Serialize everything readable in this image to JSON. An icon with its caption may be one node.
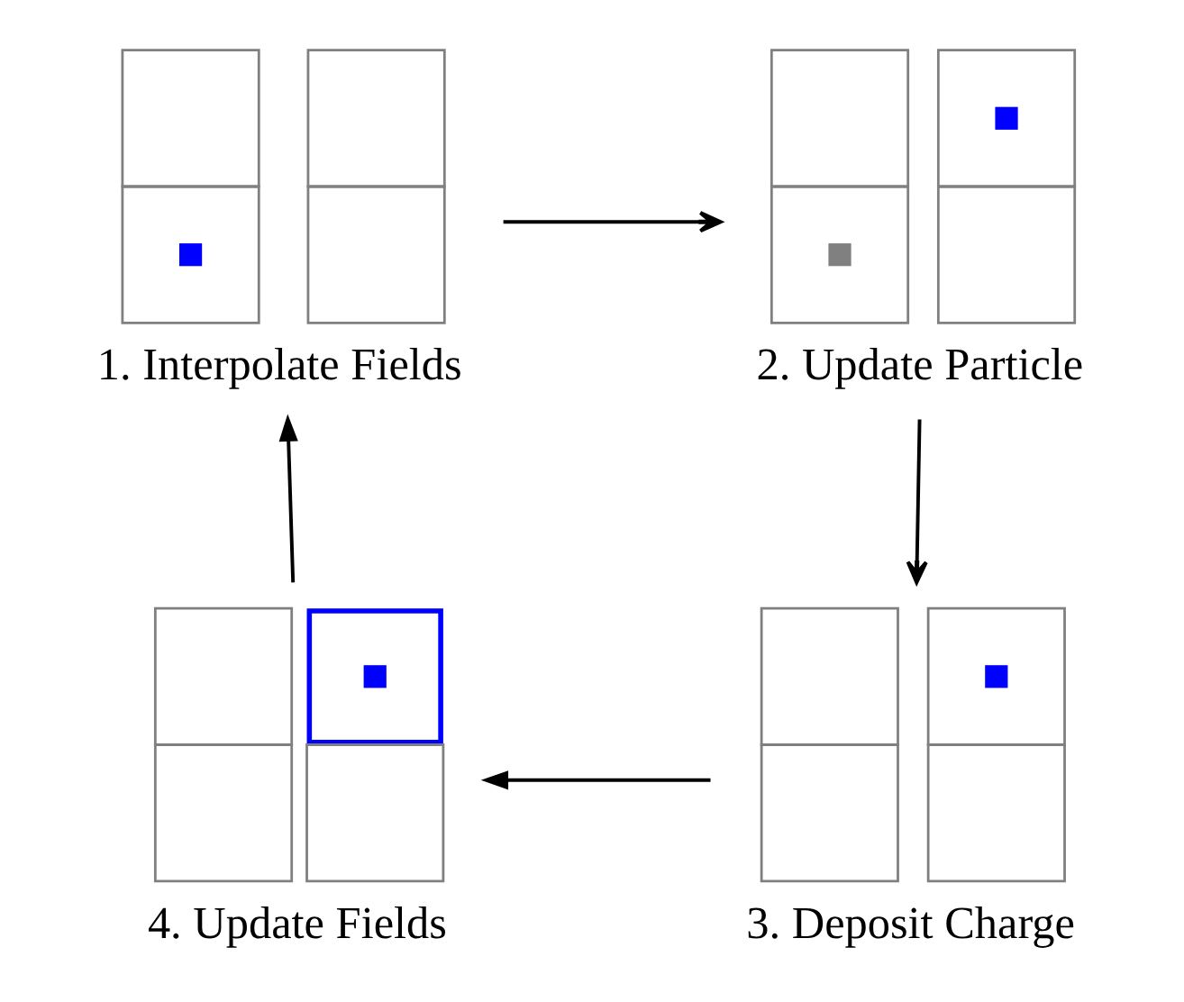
{
  "diagram": {
    "nodes": [
      {
        "text": [
          "1. Interpolate Fields"
        ]
      },
      {
        "text": [
          "2. Update Particle"
        ]
      },
      {
        "text": [
          "3. Deposit Charge"
        ]
      },
      {
        "text": [
          "4. Update Fields"
        ]
      }
    ],
    "edges": [
      {
        "from": 0,
        "to": 1,
        "arrow": "to"
      },
      {
        "from": 1,
        "to": 2,
        "arrow": "to"
      },
      {
        "from": 2,
        "to": 3,
        "arrow": "to"
      },
      {
        "from": 3,
        "to": 0,
        "arrow": "to"
      }
    ]
  }
}
